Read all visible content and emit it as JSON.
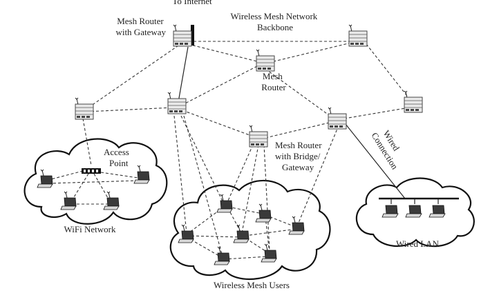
{
  "labels": {
    "internet": "To Internet",
    "backbone_line1": "Wireless Mesh Network",
    "backbone_line2": "Backbone",
    "gateway_line1": "Mesh Router",
    "gateway_line2": "with Gateway",
    "mesh_router_line1": "Mesh",
    "mesh_router_line2": "Router",
    "access_point_line1": "Access",
    "access_point_line2": "Point",
    "bridge_line1": "Mesh Router",
    "bridge_line2": "with Bridge/",
    "bridge_line3": "Gateway",
    "wired_line1": "Wired",
    "wired_line2": "Connection",
    "wifi_network": "WiFi Network",
    "wireless_mesh_users": "Wireless Mesh Users",
    "wired_lan": "Wired LAN"
  },
  "icons": {
    "router": "mesh-router-icon",
    "laptop": "laptop-icon",
    "access_point": "access-point-icon"
  },
  "colors": {
    "line": "#333333",
    "device_fill": "#e6e6e6",
    "screen": "#3a3a3a"
  }
}
